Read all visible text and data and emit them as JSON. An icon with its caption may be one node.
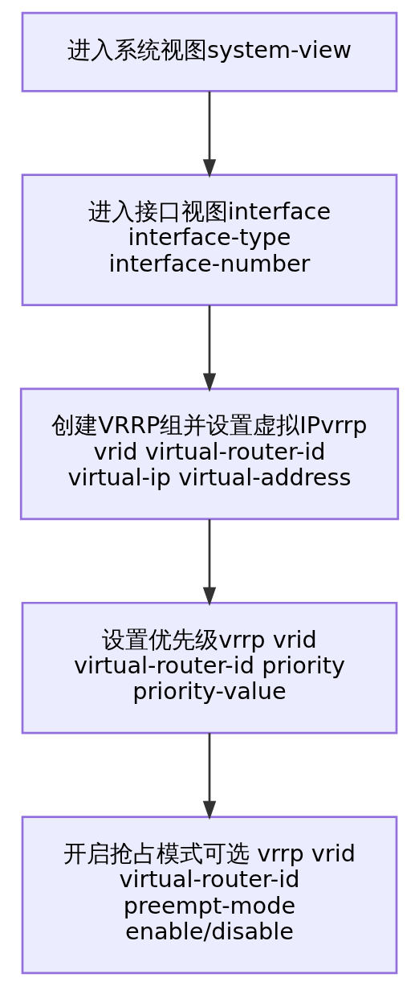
{
  "diagram": {
    "nodes": [
      {
        "text": [
          "进入系统视图system-view"
        ]
      },
      {
        "text": [
          "进入接口视图interface interface-type interface-number"
        ]
      },
      {
        "text": [
          "创建VRRP组并设置虚拟IPvrrp vrid virtual-router-id virtual-ip virtual-address"
        ]
      },
      {
        "text": [
          "设置优先级vrrp vrid virtual-router-id priority priority-value"
        ]
      },
      {
        "text": [
          "开启抢占模式可选 vrrp vrid virtual-router-id preempt-mode enable/disable"
        ]
      }
    ],
    "edges": [
      {
        "from": 0,
        "to": 1,
        "arrow": "to"
      },
      {
        "from": 1,
        "to": 2,
        "arrow": "to"
      },
      {
        "from": 2,
        "to": 3,
        "arrow": "to"
      },
      {
        "from": 3,
        "to": 4,
        "arrow": "to"
      }
    ]
  }
}
